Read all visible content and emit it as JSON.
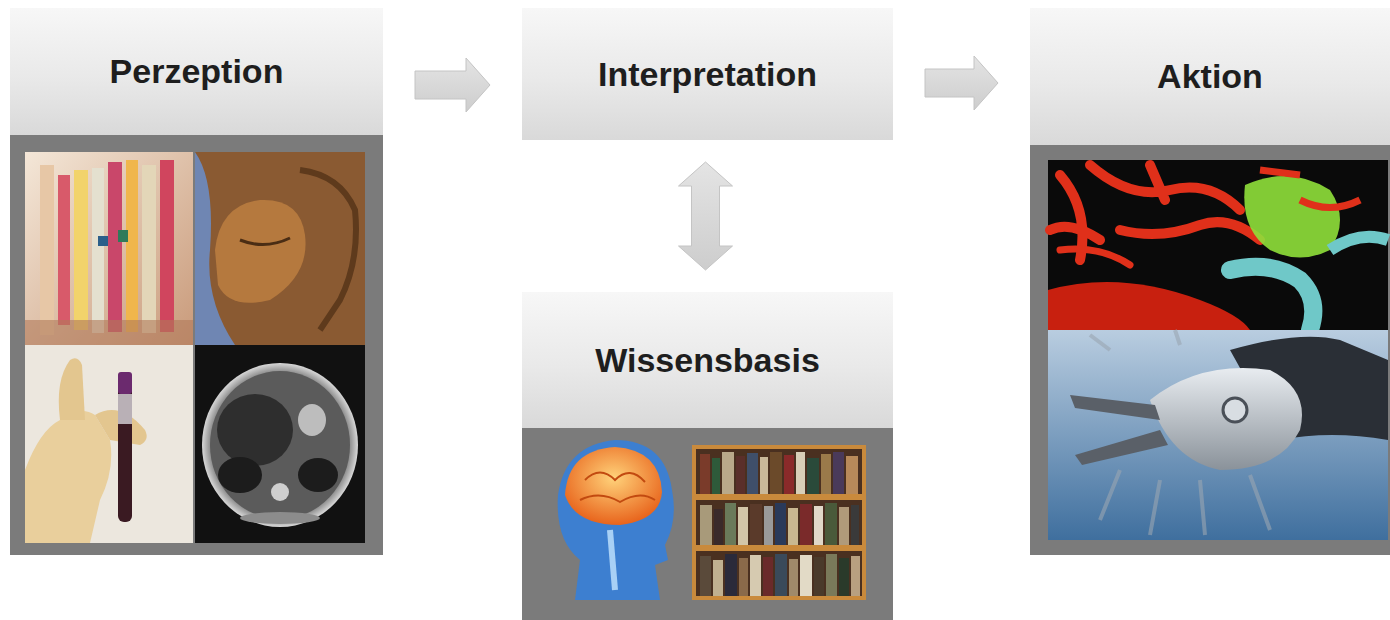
{
  "diagram": {
    "nodes": [
      {
        "text": [
          "Perzeption"
        ]
      },
      {
        "text": [
          "Interpretation"
        ]
      },
      {
        "text": [
          "Aktion"
        ]
      },
      {
        "text": [
          "Wissensbasis"
        ]
      }
    ],
    "edges": [
      {
        "from": 0,
        "to": 1,
        "arrow": "to"
      },
      {
        "from": 1,
        "to": 2,
        "arrow": "to"
      },
      {
        "from": 1,
        "to": 3,
        "arrow": "both"
      }
    ]
  }
}
